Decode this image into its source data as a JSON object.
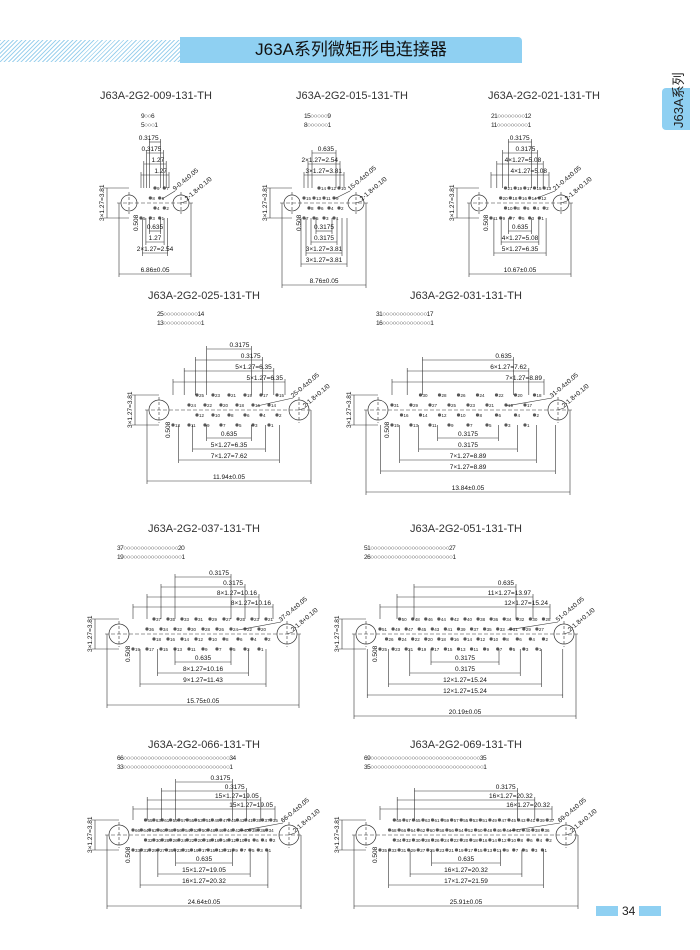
{
  "header": {
    "title": "J63A系列微矩形电连接器"
  },
  "side_tab": {
    "label": "J63A系列"
  },
  "page_number": "34",
  "drawings": [
    {
      "model": "J63A-2G2-009-131-TH",
      "pins": 9,
      "legend": [
        [
          "9",
          "6"
        ],
        [
          "5",
          "1"
        ]
      ],
      "top_dims": [
        "1.27",
        "1.27",
        "0.3175",
        "0.3175"
      ],
      "bottom_dims": [
        "0.635",
        "1.27",
        "2×1.27=2.54",
        "6.86±0.05"
      ],
      "side_dim": "3×1.27=3.81",
      "offset_dim": "0.508",
      "pin_callout": "9-0.4±0.05",
      "hole_callout": "2-1.8+0.1/0"
    },
    {
      "model": "J63A-2G2-015-131-TH",
      "pins": 15,
      "legend": [
        [
          "15",
          "9"
        ],
        [
          "8",
          "1"
        ]
      ],
      "top_dims": [
        "3×1.27=3.81",
        "2×1.27=2.54",
        "0.635"
      ],
      "bottom_dims": [
        "0.3175",
        "0.3175",
        "3×1.27=3.81",
        "3×1.27=3.81",
        "8.76±0.05"
      ],
      "side_dim": "3×1.27=3.81",
      "offset_dim": "0.508",
      "pin_callout": "15-0.4±0.05",
      "hole_callout": "2-1.8+0.1/0"
    },
    {
      "model": "J63A-2G2-021-131-TH",
      "pins": 21,
      "legend": [
        [
          "21",
          "12"
        ],
        [
          "11",
          "1"
        ]
      ],
      "top_dims": [
        "4×1.27=5.08",
        "4×1.27=5.08",
        "0.3175",
        "0.3175"
      ],
      "bottom_dims": [
        "0.635",
        "4×1.27=5.08",
        "5×1.27=6.35",
        "10.67±0.05"
      ],
      "side_dim": "3×1.27=3.81",
      "offset_dim": "0.508",
      "pin_callout": "21-0.4±0.05",
      "hole_callout": "2-1.8+0.1/0"
    },
    {
      "model": "J63A-2G2-025-131-TH",
      "pins": 25,
      "legend": [
        [
          "25",
          "14"
        ],
        [
          "13",
          "1"
        ]
      ],
      "top_dims": [
        "5×1.27=6.35",
        "5×1.27=6.35",
        "0.3175",
        "0.3175"
      ],
      "bottom_dims": [
        "0.635",
        "5×1.27=6.35",
        "7×1.27=7.62",
        "11.94±0.05"
      ],
      "side_dim": "3×1.27=3.81",
      "offset_dim": "0.508",
      "pin_callout": "25-0.4±0.05",
      "hole_callout": "2-1.8+0.1/0"
    },
    {
      "model": "J63A-2G2-031-131-TH",
      "pins": 31,
      "legend": [
        [
          "31",
          "17"
        ],
        [
          "16",
          "1"
        ]
      ],
      "top_dims": [
        "7×1.27=8.89",
        "6×1.27=7.62",
        "0.635"
      ],
      "bottom_dims": [
        "0.3175",
        "0.3175",
        "7×1.27=8.89",
        "7×1.27=8.89",
        "13.84±0.05"
      ],
      "side_dim": "3×1.27=3.81",
      "offset_dim": "0.508",
      "pin_callout": "31-0.4±0.05",
      "hole_callout": "2-1.8+0.1/0"
    },
    {
      "model": "J63A-2G2-037-131-TH",
      "pins": 37,
      "legend": [
        [
          "37",
          "20"
        ],
        [
          "19",
          "1"
        ]
      ],
      "top_dims": [
        "8×1.27=10.16",
        "8×1.27=10.16",
        "0.3175",
        "0.3175"
      ],
      "bottom_dims": [
        "0.635",
        "8×1.27=10.16",
        "9×1.27=11.43",
        "15.75±0.05"
      ],
      "side_dim": "3×1.27=3.81",
      "offset_dim": "0.508",
      "pin_callout": "37-0.4±0.05",
      "hole_callout": "2-1.8+0.1/0"
    },
    {
      "model": "J63A-2G2-051-131-TH",
      "pins": 51,
      "legend": [
        [
          "51",
          "27"
        ],
        [
          "26",
          "1"
        ]
      ],
      "top_dims": [
        "12×1.27=15.24",
        "11×1.27=13.97",
        "0.635"
      ],
      "bottom_dims": [
        "0.3175",
        "0.3175",
        "12×1.27=15.24",
        "12×1.27=15.24",
        "20.19±0.05"
      ],
      "side_dim": "3×1.27=3.81",
      "offset_dim": "0.508",
      "pin_callout": "51-0.4±0.05",
      "hole_callout": "2-1.8+0.1/0"
    },
    {
      "model": "J63A-2G2-066-131-TH",
      "pins": 66,
      "legend": [
        [
          "66",
          "34"
        ],
        [
          "33",
          "1"
        ]
      ],
      "top_dims": [
        "15×1.27=19.05",
        "15×1.27=19.05",
        "0.3175",
        "0.3175"
      ],
      "bottom_dims": [
        "0.635",
        "15×1.27=19.05",
        "16×1.27=20.32",
        "24.64±0.05"
      ],
      "side_dim": "3×1.27=3.81",
      "offset_dim": "0.508",
      "pin_callout": "66-0.4±0.05",
      "hole_callout": "2-1.8+0.1/0"
    },
    {
      "model": "J63A-2G2-069-131-TH",
      "pins": 69,
      "legend": [
        [
          "69",
          "35"
        ],
        [
          "35",
          "1"
        ]
      ],
      "top_dims": [
        "16×1.27=20.32",
        "16×1.27=20.32",
        "0.3175"
      ],
      "bottom_dims": [
        "0.635",
        "16×1.27=20.32",
        "17×1.27=21.59",
        "25.91±0.05"
      ],
      "side_dim": "3×1.27=3.81",
      "offset_dim": "0.508",
      "pin_callout": "69-0.4±0.05",
      "hole_callout": "2-1.8+0.1/0"
    }
  ]
}
